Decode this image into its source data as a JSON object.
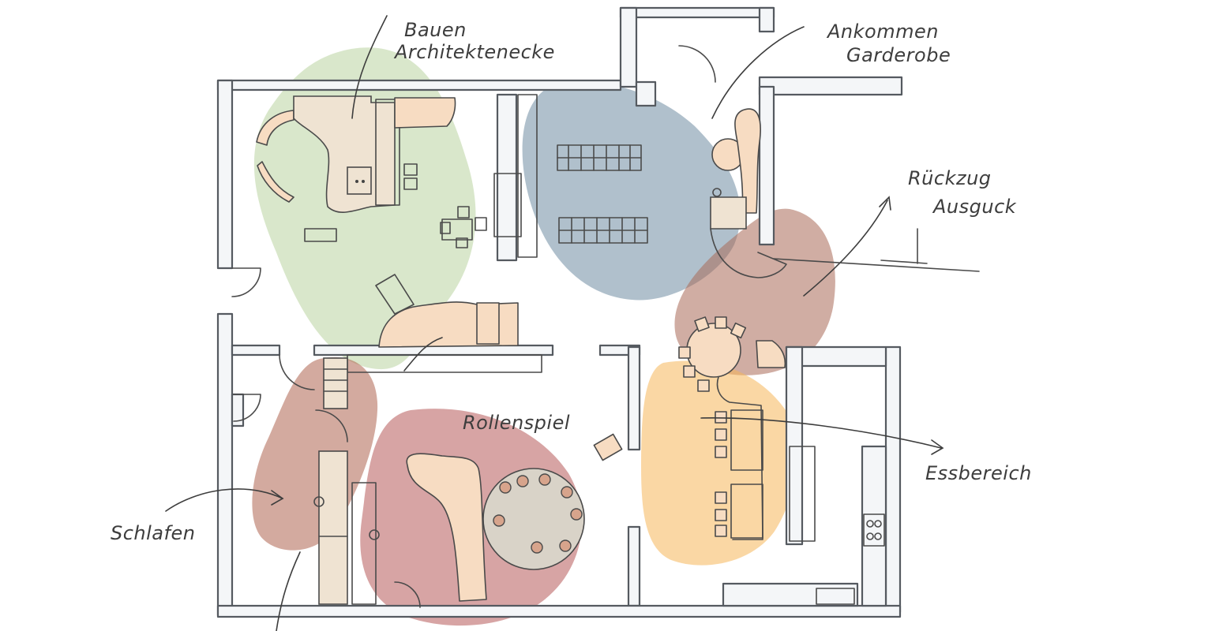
{
  "labels": {
    "bauen_line1": "Bauen",
    "bauen_line2": "Architektenecke",
    "ankommen_line1": "Ankommen",
    "ankommen_line2": "Garderobe",
    "rueckzug_line1": "Rückzug",
    "rueckzug_line2": "Ausguck",
    "rollenspiel": "Rollenspiel",
    "essbereich": "Essbereich",
    "schlafen": "Schlafen"
  },
  "colors": {
    "bauen_zone": "#b9d3a1",
    "ankommen_zone": "#6f8ca3",
    "rueckzug_zone": "#a96a58",
    "essbereich_zone": "#f6b65a",
    "rollenspiel_zone": "#b65a5a",
    "schlafen_zone": "#ae6450"
  }
}
